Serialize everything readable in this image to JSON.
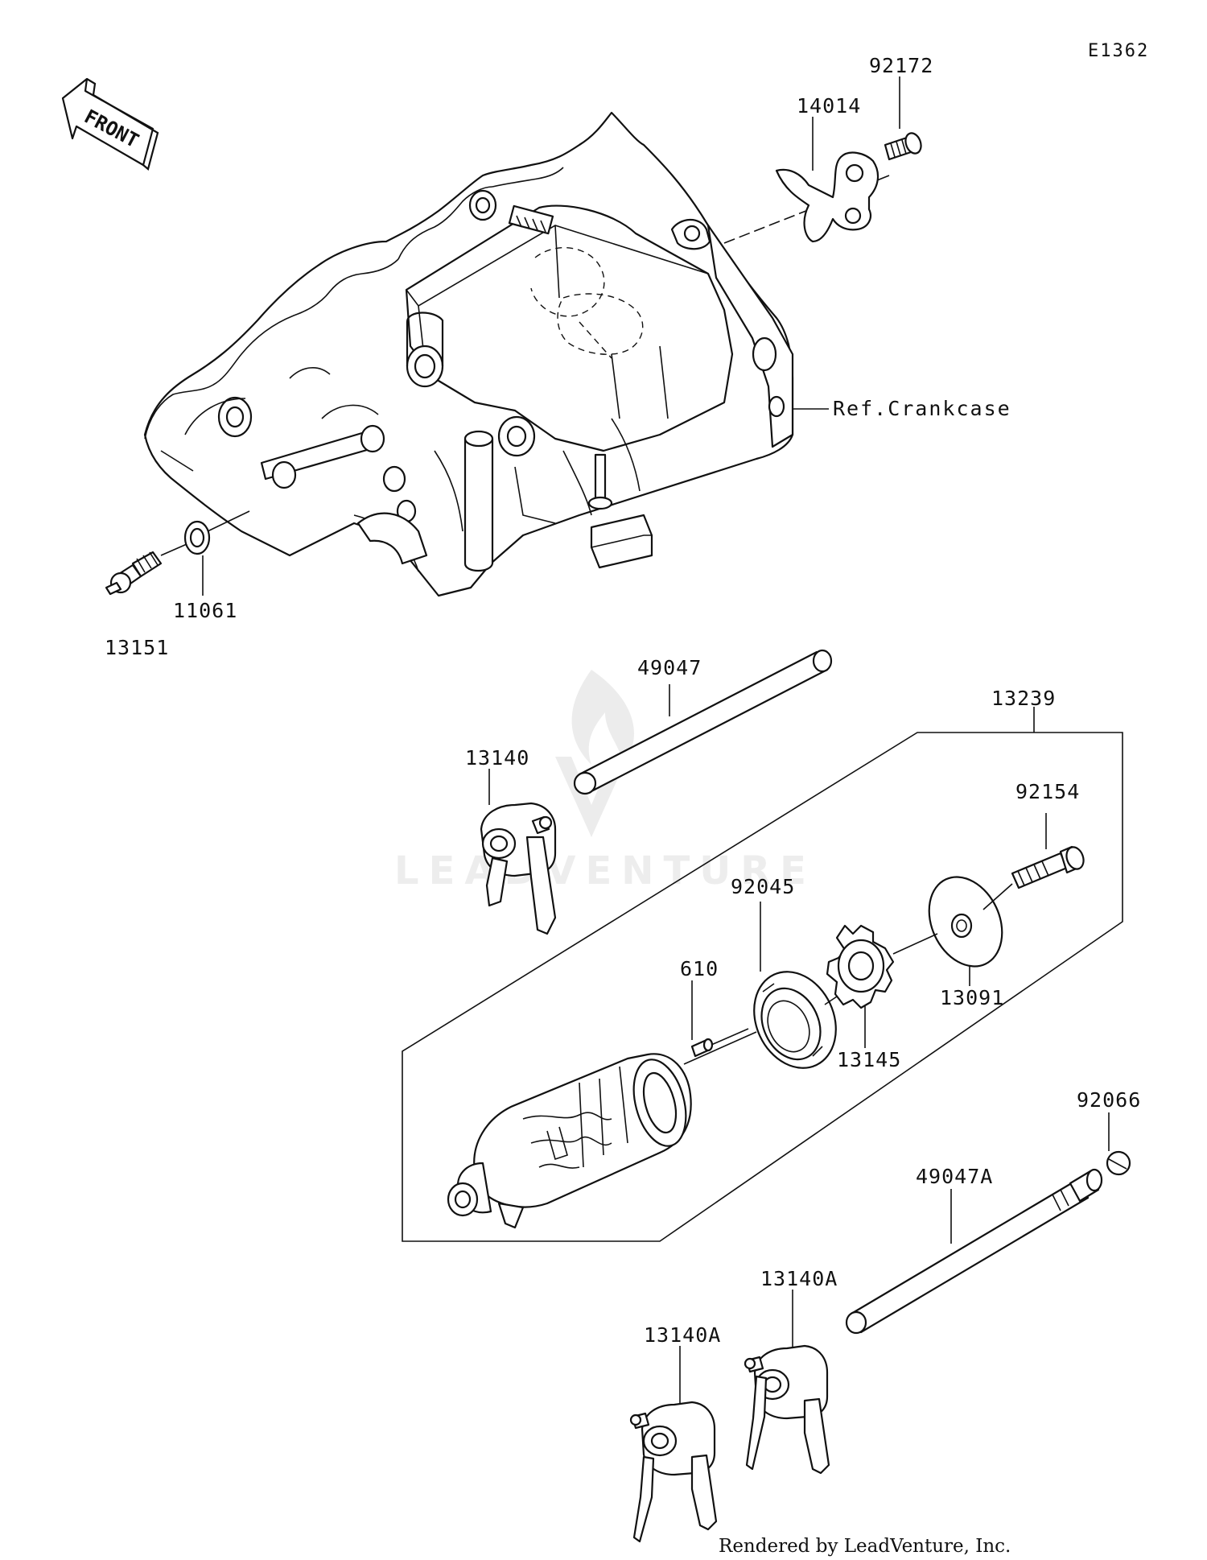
{
  "diagram_code": "E1362",
  "front_arrow": {
    "text": "FRONT"
  },
  "watermark": {
    "brand_text": "LEADVENTURE"
  },
  "footer": {
    "credit": "Rendered by LeadVenture, Inc."
  },
  "reference": {
    "crankcase": "Ref.Crankcase"
  },
  "part_labels": {
    "p92172": "92172",
    "p14014": "14014",
    "p11061": "11061",
    "p13151": "13151",
    "p49047": "49047",
    "p13239": "13239",
    "p13140": "13140",
    "p92154": "92154",
    "p92045": "92045",
    "p610": "610",
    "p13091": "13091",
    "p13145": "13145",
    "p92066": "92066",
    "p49047A": "49047A",
    "p13140A_upper": "13140A",
    "p13140A_lower": "13140A"
  }
}
